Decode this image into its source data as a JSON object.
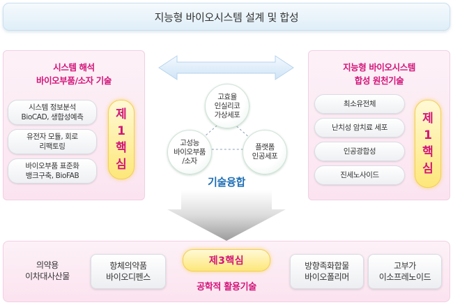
{
  "title": "지능형 바이오시스템 설계 및 합성",
  "left_panel": {
    "title_line1": "시스템 해석",
    "title_line2": "바이오부품/소자 기술",
    "items": [
      {
        "line1": "시스템 정보분석",
        "line2": "BioCAD, 생합성예측"
      },
      {
        "line1": "유전자 모듈, 회로",
        "line2": "리팩토링"
      },
      {
        "line1": "바이오부품 표준화",
        "line2": "뱅크구축, BioFAB"
      }
    ],
    "core": [
      "제",
      "1",
      "핵",
      "심"
    ]
  },
  "right_panel": {
    "title_line1": "지능형 바이오시스템",
    "title_line2": "합성 원천기술",
    "items": [
      "최소유전체",
      "난치성 암치료 세포",
      "인공광합성",
      "진세노사이드"
    ],
    "core": [
      "제",
      "1",
      "핵",
      "심"
    ]
  },
  "center": {
    "circles": [
      {
        "line1": "고효율",
        "line2": "인실리코",
        "line3": "가상세포"
      },
      {
        "line1": "고성능",
        "line2": "바이오부품",
        "line3": "/소자"
      },
      {
        "line1": "플랫폼",
        "line2": "인공세포"
      }
    ],
    "fusion_label": "기술융합"
  },
  "bottom_panel": {
    "core_label": "제3핵심",
    "title": "공학적 활용기술",
    "items": [
      {
        "line1": "의약용",
        "line2": "이차대사산물",
        "boxed": false
      },
      {
        "line1": "항체의약품",
        "line2": "바이오디펜스",
        "boxed": true
      },
      {
        "line1": "방향족화합물",
        "line2": "바이오폴리머",
        "boxed": true
      },
      {
        "line1": "고부가",
        "line2": "이소프레노이드",
        "boxed": true
      }
    ]
  },
  "colors": {
    "accent_pink": "#d2157a",
    "accent_blue": "#1f6fb5",
    "core_yellow": "#fde77a",
    "panel_pink": "#fbe4f0"
  }
}
